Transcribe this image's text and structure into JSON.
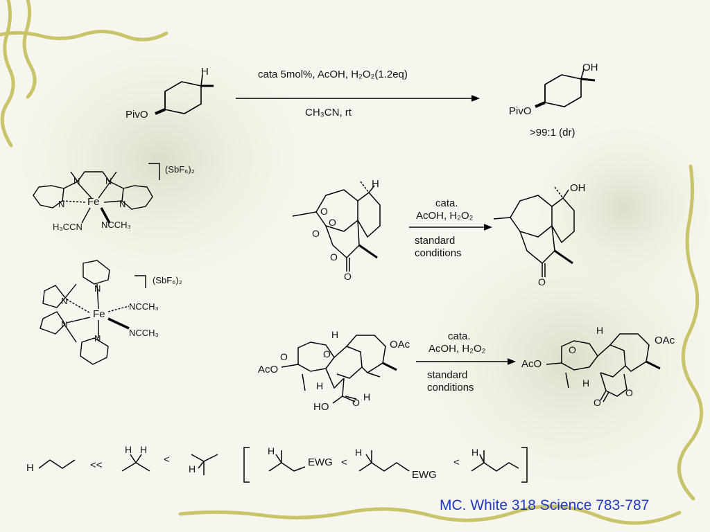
{
  "reaction1": {
    "conditions_top": "cata 5mol%, AcOH, H₂O₂(1.2eq)",
    "conditions_bottom": "CH₃CN, rt",
    "reactant_piv": "PivO",
    "reactant_h": "H",
    "product_piv": "PivO",
    "product_oh": "OH",
    "dr": ">99:1 (dr)"
  },
  "catalyst1": {
    "counterion": "(SbF₆)₂",
    "metal": "Fe",
    "ligand_n_labels": [
      "N",
      "N",
      "N",
      "N"
    ],
    "left_nitrile": "H₃CCN",
    "right_nitrile": "NCCH₃"
  },
  "catalyst2": {
    "counterion": "(SbF₆)₂",
    "metal": "Fe",
    "ligand_n_labels": [
      "N",
      "N",
      "N",
      "N"
    ],
    "nitrile_top": "NCCH₃",
    "nitrile_bottom": "NCCH₃"
  },
  "reaction2": {
    "cond_line1": "cata.",
    "cond_line2": "AcOH, H₂O₂",
    "cond_line3": "standard",
    "cond_line4": "conditions",
    "reactant_h": "H",
    "ring_oxygens": [
      "O",
      "O",
      "O",
      "O"
    ],
    "carbonyl_o": "O",
    "product_oh": "OH",
    "product_carbonyl_o": "O"
  },
  "reaction3": {
    "cond_line1": "cata.",
    "cond_line2": "AcOH, H₂O₂",
    "cond_line3": "standard",
    "cond_line4": "conditions",
    "reactant_oac": "OAc",
    "reactant_aco": "AcO",
    "reactant_ho": "HO",
    "reactant_o_labels": [
      "O",
      "O",
      "O"
    ],
    "reactant_h_labels": [
      "H",
      "H",
      "H"
    ],
    "product_oac": "OAc",
    "product_aco": "AcO",
    "product_o_labels": [
      "O",
      "O",
      "O"
    ],
    "product_h_labels": [
      "H",
      "H"
    ]
  },
  "selectivity": {
    "h": "H",
    "sym_much_less": "<<",
    "sym_less1": "<",
    "sym_less2": "<",
    "sym_less3": "<",
    "ewg": "EWG",
    "ewg2": "EWG",
    "h_labels": [
      "H",
      "H",
      "H",
      "H",
      "H"
    ]
  },
  "citation": "MC. White 318 Science 783-787"
}
